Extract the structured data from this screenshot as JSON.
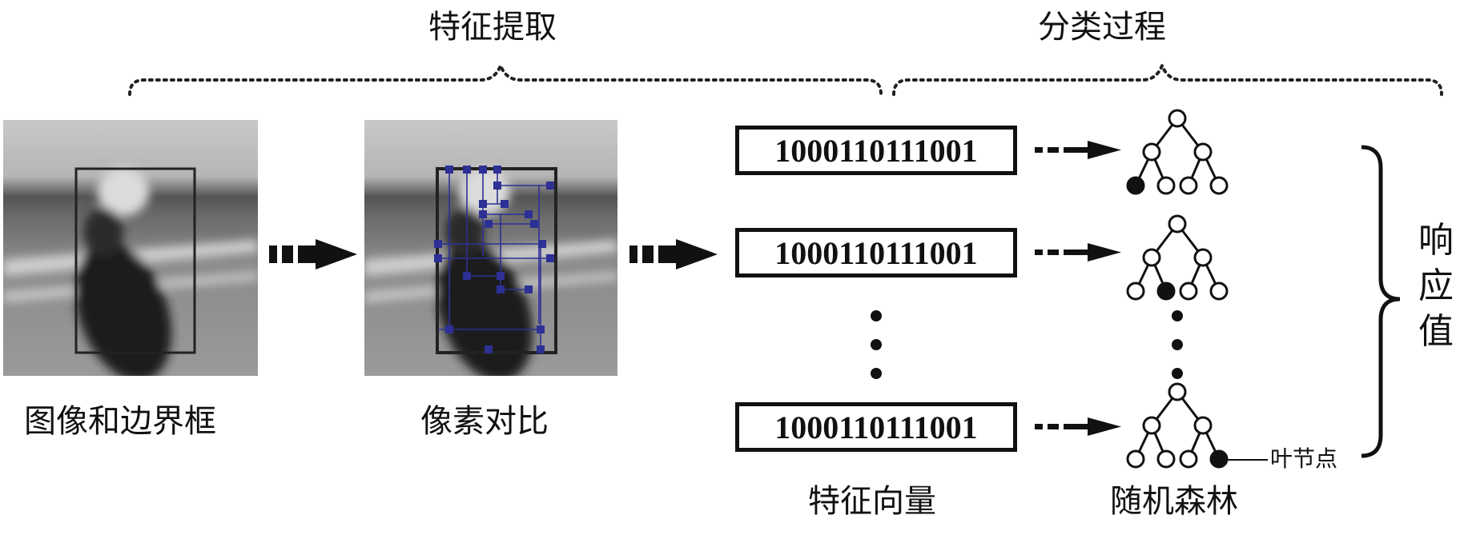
{
  "header": {
    "feature_extraction": "特征提取",
    "classification": "分类过程"
  },
  "stages": {
    "image_label": "图像和边界框",
    "pixel_label": "像素对比"
  },
  "feature_vectors": {
    "label": "特征向量",
    "values": [
      "1000110111001",
      "1000110111001",
      "1000110111001"
    ]
  },
  "forest": {
    "label": "随机森林",
    "leaf_label": "叶节点"
  },
  "response": {
    "chars": [
      "响",
      "应",
      "值"
    ]
  },
  "colors": {
    "ink": "#111111",
    "sample_points": "#2d3094",
    "photo_bg": "#8c8c8c"
  },
  "icons": {
    "arrow": "thick-dashed-arrow-icon",
    "tree": "binary-tree-icon"
  }
}
